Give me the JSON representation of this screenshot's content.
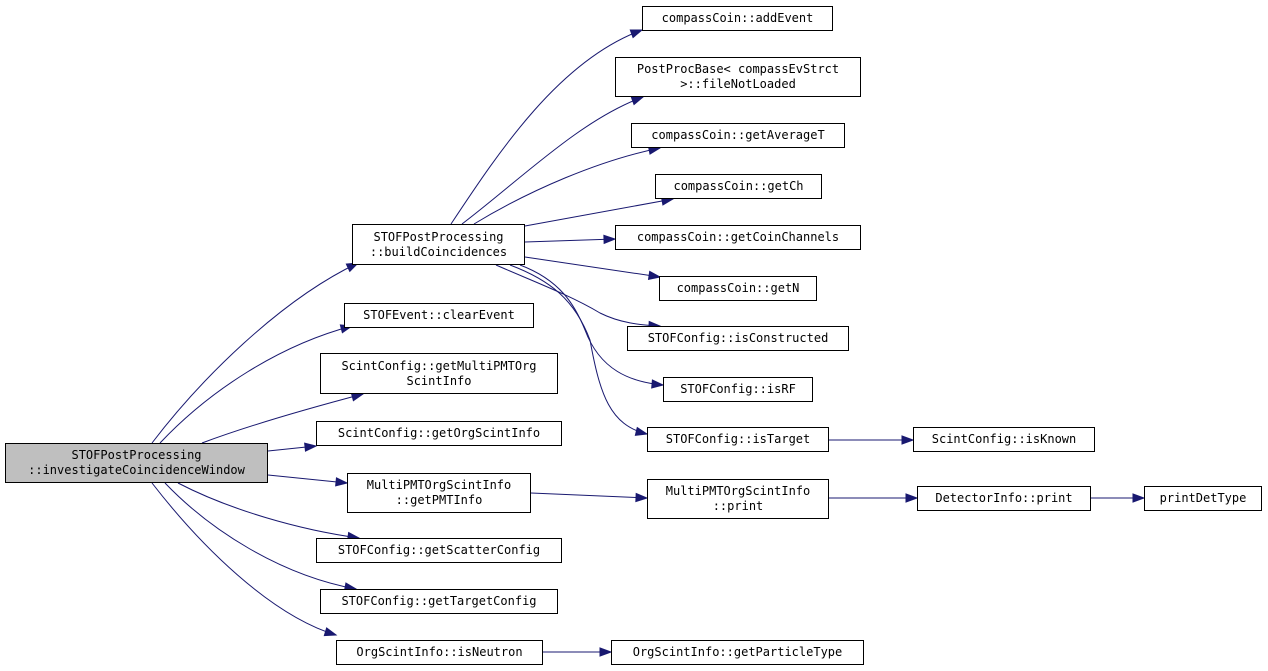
{
  "colors": {
    "edge": "#191970",
    "node_border": "#000000",
    "node_fill": "#ffffff",
    "root_fill": "#bfbfbf"
  },
  "nodes": {
    "investigate": {
      "lines": [
        "STOFPostProcessing",
        "::investigateCoincidenceWindow"
      ]
    },
    "buildCoincidences": {
      "lines": [
        "STOFPostProcessing",
        "::buildCoincidences"
      ]
    },
    "clearEvent": {
      "lines": [
        "STOFEvent::clearEvent"
      ]
    },
    "getMultiPMTOrgScintInfo": {
      "lines": [
        "ScintConfig::getMultiPMTOrg",
        "ScintInfo"
      ]
    },
    "getOrgScintInfo": {
      "lines": [
        "ScintConfig::getOrgScintInfo"
      ]
    },
    "getPMTInfo": {
      "lines": [
        "MultiPMTOrgScintInfo",
        "::getPMTInfo"
      ]
    },
    "getScatterConfig": {
      "lines": [
        "STOFConfig::getScatterConfig"
      ]
    },
    "getTargetConfig": {
      "lines": [
        "STOFConfig::getTargetConfig"
      ]
    },
    "isNeutron": {
      "lines": [
        "OrgScintInfo::isNeutron"
      ]
    },
    "addEvent": {
      "lines": [
        "compassCoin::addEvent"
      ]
    },
    "fileNotLoaded": {
      "lines": [
        "PostProcBase< compassEvStrct",
        ">::fileNotLoaded"
      ]
    },
    "getAverageT": {
      "lines": [
        "compassCoin::getAverageT"
      ]
    },
    "getCh": {
      "lines": [
        "compassCoin::getCh"
      ]
    },
    "getCoinChannels": {
      "lines": [
        "compassCoin::getCoinChannels"
      ]
    },
    "getN": {
      "lines": [
        "compassCoin::getN"
      ]
    },
    "isConstructed": {
      "lines": [
        "STOFConfig::isConstructed"
      ]
    },
    "isRF": {
      "lines": [
        "STOFConfig::isRF"
      ]
    },
    "isTarget": {
      "lines": [
        "STOFConfig::isTarget"
      ]
    },
    "print": {
      "lines": [
        "MultiPMTOrgScintInfo",
        "::print"
      ]
    },
    "getParticleType": {
      "lines": [
        "OrgScintInfo::getParticleType"
      ]
    },
    "isKnown": {
      "lines": [
        "ScintConfig::isKnown"
      ]
    },
    "detectorInfoPrint": {
      "lines": [
        "DetectorInfo::print"
      ]
    },
    "printDetType": {
      "lines": [
        "printDetType"
      ]
    }
  }
}
